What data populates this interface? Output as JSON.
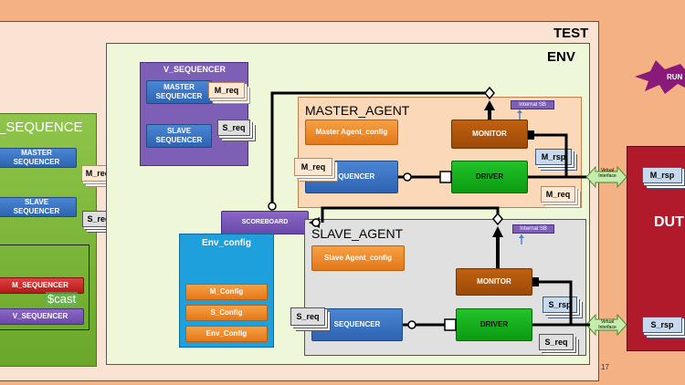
{
  "test_label": "TEST",
  "env_label": "ENV",
  "run_label": "RUN",
  "page_number": "17",
  "left_panel": {
    "title": "_SEQUENCE",
    "master_sequencer": "MASTER SEQUENCER",
    "slave_sequencer": "SLAVE SEQUENCER",
    "m_sequencer": "M_SEQUENCER",
    "cast": "$cast",
    "v_sequencer": "V_SEQUENCER"
  },
  "packets": {
    "m_req": "M_req",
    "s_req": "S_req",
    "m_rsp": "M_rsp",
    "s_rsp": "S_rsp"
  },
  "v_sequencer_box": {
    "title": "V_SEQUENCER",
    "master_sequencer": "MASTER SEQUENCER",
    "slave_sequencer": "SLAVE SEQUENCER"
  },
  "master_agent": {
    "title": "MASTER_AGENT",
    "config": "Master Agent_config",
    "sequencer": "SEQUENCER",
    "driver": "DRIVER",
    "monitor": "MONITOR",
    "internal_sb": "Internal SB"
  },
  "slave_agent": {
    "title": "SLAVE_AGENT",
    "config": "Slave Agent_config",
    "sequencer": "SEQUENCER",
    "driver": "DRIVER",
    "monitor": "MONITOR",
    "internal_sb": "Internal SB"
  },
  "scoreboard": "SCOREBOARD",
  "env_config": {
    "title": "Env_config",
    "items": [
      "M_Config",
      "S_Config",
      "Env_Config"
    ]
  },
  "virtual_interface": "Virtual Interface",
  "dut": "DUT"
}
